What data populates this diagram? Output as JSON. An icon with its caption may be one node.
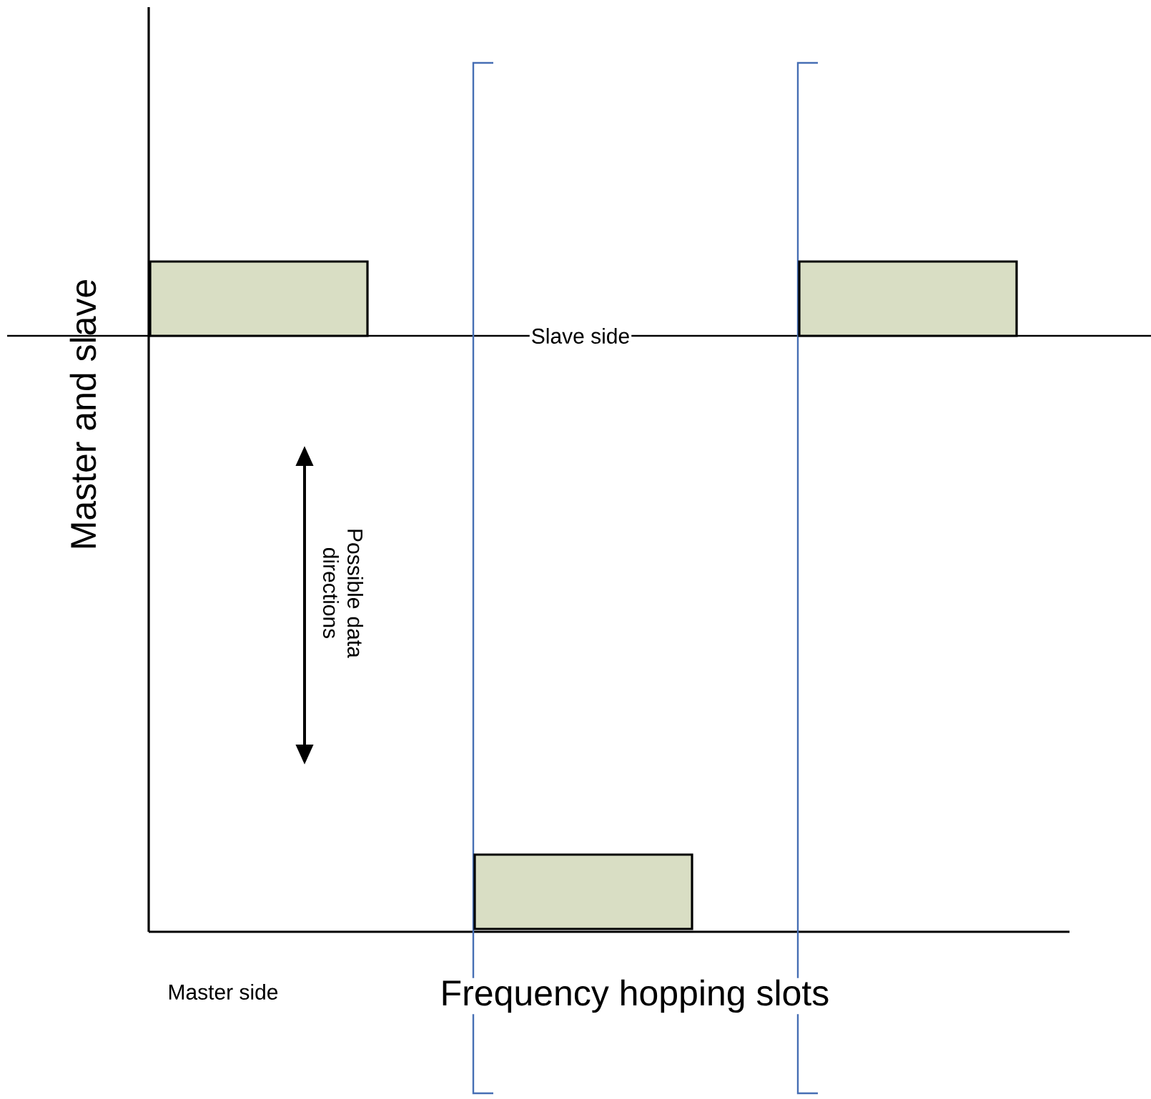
{
  "diagram": {
    "nodes": [
      {
        "text": [],
        "shape": "box"
      },
      {
        "text": [],
        "shape": "box"
      },
      {
        "text": [],
        "shape": "box"
      }
    ],
    "labels": [
      "Master and slave",
      "Slave side",
      "Possible data directions",
      "Master side",
      "Frequency hopping slots"
    ]
  }
}
